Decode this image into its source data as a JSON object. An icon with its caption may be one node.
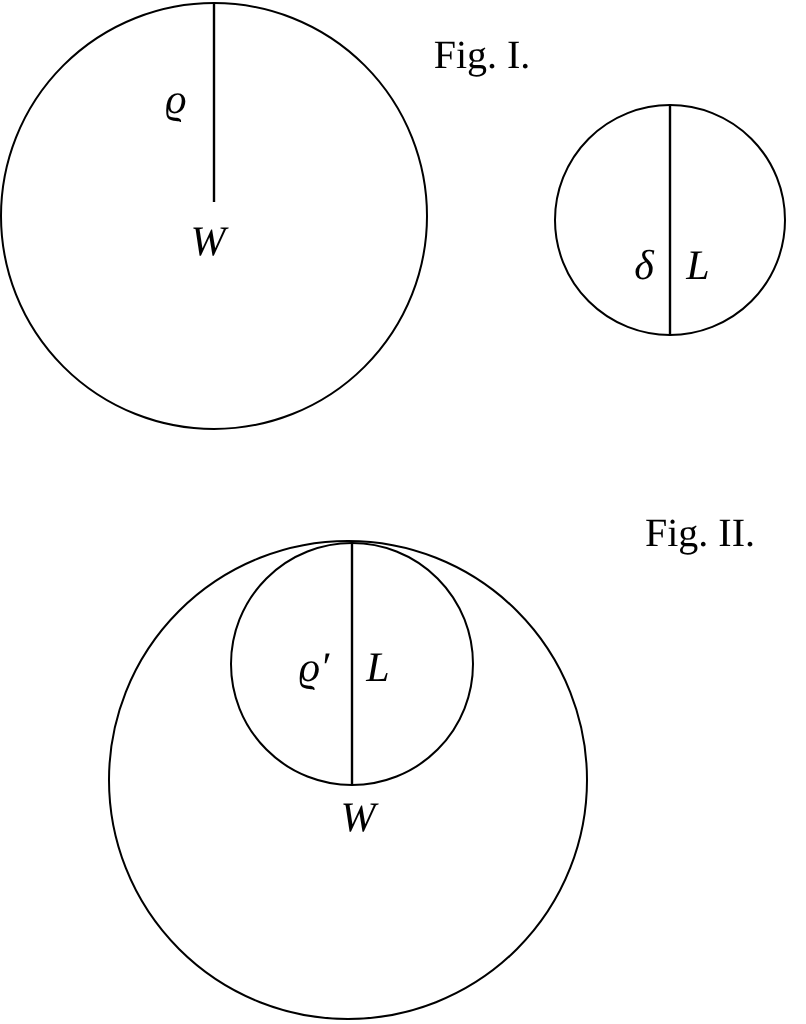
{
  "diagram": {
    "nodes": [
      {
        "text": [
          "ϱ",
          "W"
        ]
      },
      {
        "text": [
          "δ",
          "L"
        ]
      },
      {
        "text": [
          "W"
        ]
      },
      {
        "text": [
          "ϱ′",
          "L"
        ],
        "in": 2
      }
    ],
    "labels": [
      "Fig. I.",
      "Fig. II."
    ]
  }
}
